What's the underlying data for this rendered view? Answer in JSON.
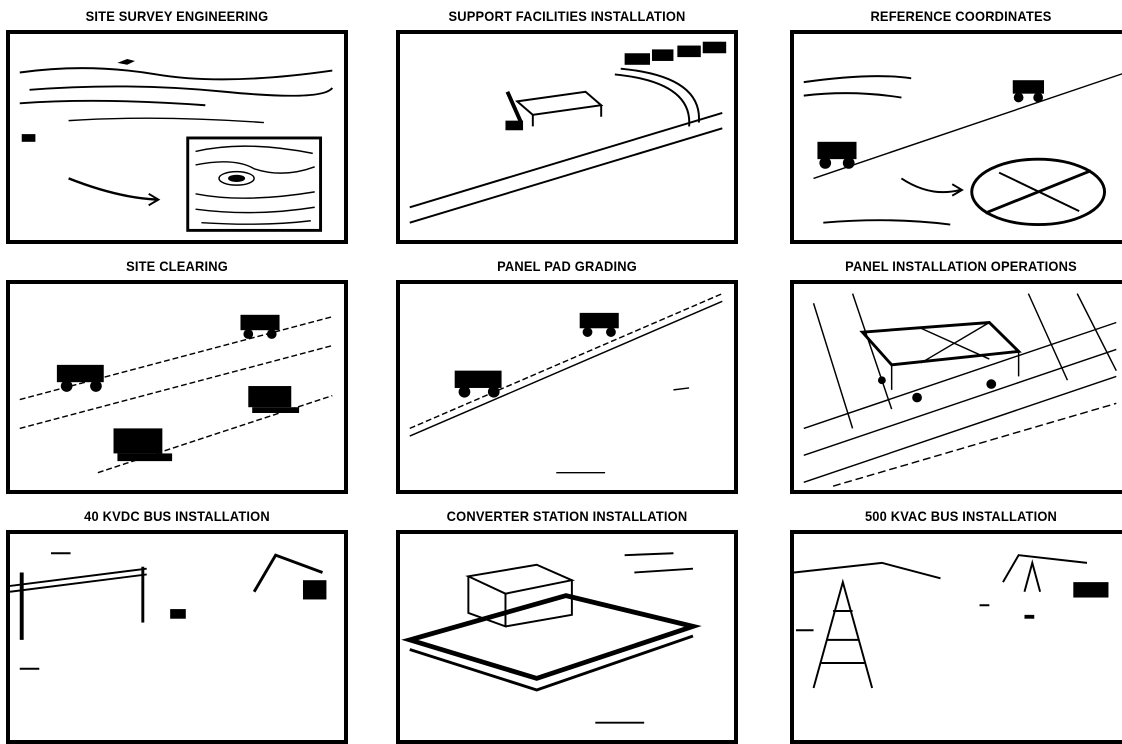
{
  "panels": [
    {
      "caption": "SITE SURVEY ENGINEERING"
    },
    {
      "caption": "SUPPORT FACILITIES INSTALLATION"
    },
    {
      "caption": "REFERENCE COORDINATES"
    },
    {
      "caption": "SITE CLEARING"
    },
    {
      "caption": "PANEL PAD GRADING"
    },
    {
      "caption": "PANEL INSTALLATION OPERATIONS"
    },
    {
      "caption": "40 KVDC BUS INSTALLATION"
    },
    {
      "caption": "CONVERTER STATION INSTALLATION"
    },
    {
      "caption": "500 KVAC BUS INSTALLATION"
    }
  ]
}
